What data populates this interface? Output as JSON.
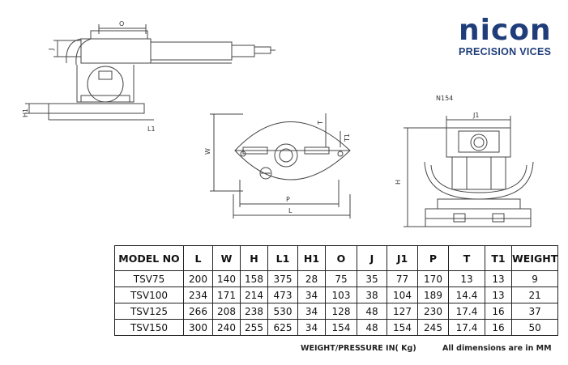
{
  "brand": {
    "name": "nicon",
    "tagline": "PRECISION VICES"
  },
  "drawing": {
    "model_ref": "N154",
    "dims": [
      "O",
      "J",
      "H1",
      "L1",
      "W",
      "T",
      "T1",
      "P",
      "L",
      "J1",
      "H"
    ]
  },
  "table": {
    "headers": [
      "MODEL NO",
      "L",
      "W",
      "H",
      "L1",
      "H1",
      "O",
      "J",
      "J1",
      "P",
      "T",
      "T1",
      "WEIGHT"
    ],
    "rows": [
      [
        "TSV75",
        "200",
        "140",
        "158",
        "375",
        "28",
        "75",
        "35",
        "77",
        "170",
        "13",
        "13",
        "9"
      ],
      [
        "TSV100",
        "234",
        "171",
        "214",
        "473",
        "34",
        "103",
        "38",
        "104",
        "189",
        "14.4",
        "13",
        "21"
      ],
      [
        "TSV125",
        "266",
        "208",
        "238",
        "530",
        "34",
        "128",
        "48",
        "127",
        "230",
        "17.4",
        "16",
        "37"
      ],
      [
        "TSV150",
        "300",
        "240",
        "255",
        "625",
        "34",
        "154",
        "48",
        "154",
        "245",
        "17.4",
        "16",
        "50"
      ]
    ]
  },
  "footer": {
    "weight_note": "WEIGHT/PRESSURE IN( Kg)",
    "dims_note": "All dimensions are in MM"
  }
}
